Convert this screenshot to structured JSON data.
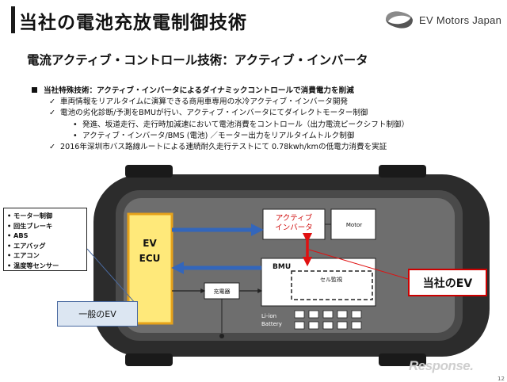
{
  "header": {
    "title": "当社の電池充放電制御技術",
    "logo_text": "EV Motors Japan",
    "logo_icon": "ev-motors-japan-logo-icon"
  },
  "subtitle": "電流アクティブ・コントロール技術：アクティブ・インバータ",
  "bullets": {
    "main": "当社特殊技術：アクティブ・インバータによるダイナミックコントロールで消費電力を削減",
    "check_1": "車両情報をリアルタイムに演算できる商用車専用の水冷アクティブ・インバータ開発",
    "check_2": "電池の劣化診断/予測をBMUが行い、アクティブ・インバータにてダイレクトモーター制御",
    "sub_1": "発進、坂道走行、走行時加減速において電池消費をコントロール（出力電流ピークシフト制御）",
    "sub_2": "アクティブ・インバータ/BMS (電池) ／モーター出力をリアルタイムトルク制御",
    "check_3": "2016年深圳市バス路線ルートによる連続耐久走行テストにて 0.78kwh/kmの低電力消費を実証"
  },
  "diagram": {
    "features": [
      "モーター制御",
      "回生ブレーキ",
      "ABS",
      "エアバッグ",
      "エアコン",
      "温度等センサー"
    ],
    "ecu_line1": "EV",
    "ecu_line2": "ECU",
    "inverter_line1": "アクティブ",
    "inverter_line2": "インバータ",
    "motor": "Motor",
    "bmu": "BMU",
    "cell_monitor": "セル監視",
    "charger": "充電器",
    "battery_line1": "Li-ion",
    "battery_line2": "Battery",
    "general_ev": "一般のEV",
    "own_ev": "当社のEV"
  },
  "colors": {
    "ecu_fill": "#ffe97a",
    "ecu_border": "#e6a21a",
    "flow_arrow": "#3366bb",
    "highlight_red": "#e01010",
    "car_body": "#2c2c2c"
  },
  "footer": {
    "watermark": "Response.",
    "page_number": "12"
  }
}
